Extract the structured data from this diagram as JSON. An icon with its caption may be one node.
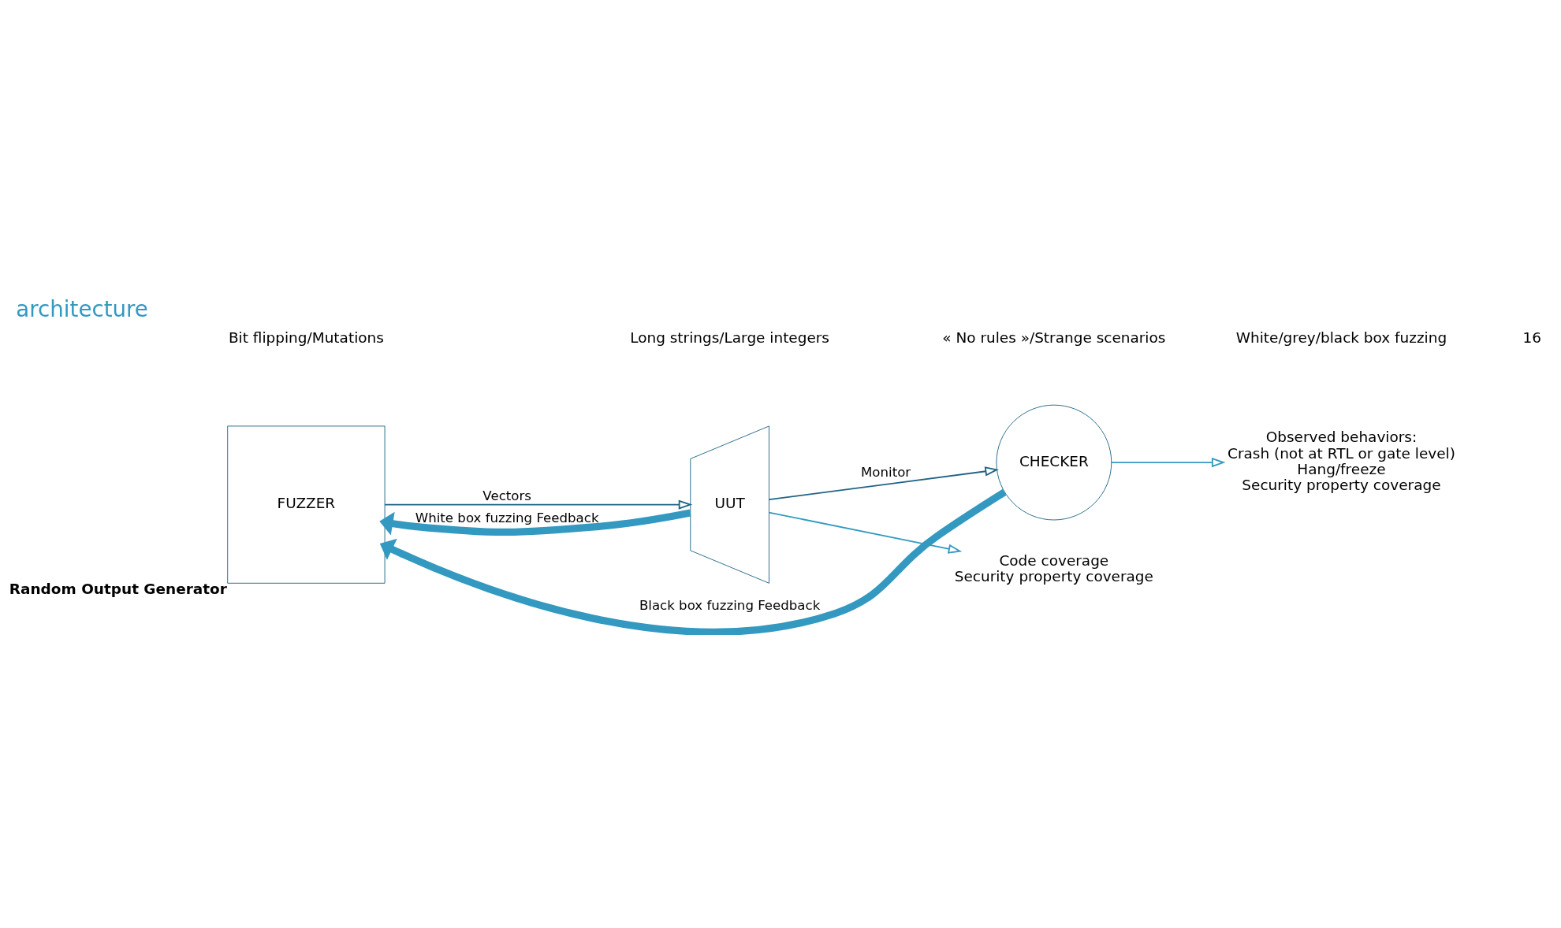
{
  "diagram": {
    "title": "architecture",
    "nodes": [
      {
        "text": [
          "FUZZER"
        ],
        "beside": [
          "Random Output Generator"
        ]
      },
      {
        "text": [
          "UUT"
        ]
      },
      {
        "text": [
          "CHECKER"
        ]
      },
      {
        "text": [
          "Code coverage",
          "Security property coverage"
        ]
      },
      {
        "text": [
          "Observed behaviors:",
          "Crash (not at RTL or gate level)",
          "Hang/freeze",
          "Security property coverage"
        ]
      }
    ],
    "edges": [
      {
        "from": 0,
        "to": 1,
        "arrow": "to",
        "label": "Vectors",
        "color": "#1f6585"
      },
      {
        "from": 1,
        "to": 2,
        "arrow": "to",
        "label": "Monitor",
        "color": "#1f6585"
      },
      {
        "from": 1,
        "to": 0,
        "arrow": "to",
        "label": "White box fuzzing Feedback",
        "style": "thick",
        "color": "#3399c0"
      },
      {
        "from": 2,
        "to": 0,
        "arrow": "to",
        "label": "Black box fuzzing Feedback",
        "style": "thick",
        "color": "#3399c0"
      },
      {
        "from": 1,
        "to": 3,
        "arrow": "to",
        "color": "#3399c0"
      },
      {
        "from": 2,
        "to": 4,
        "arrow": "to",
        "color": "#3399c0"
      }
    ],
    "labels": [
      "Bit flipping/Mutations",
      "Long strings/Large integers",
      "« No rules »/Strange scenarios",
      "White/grey/black box fuzzing",
      "16"
    ]
  }
}
